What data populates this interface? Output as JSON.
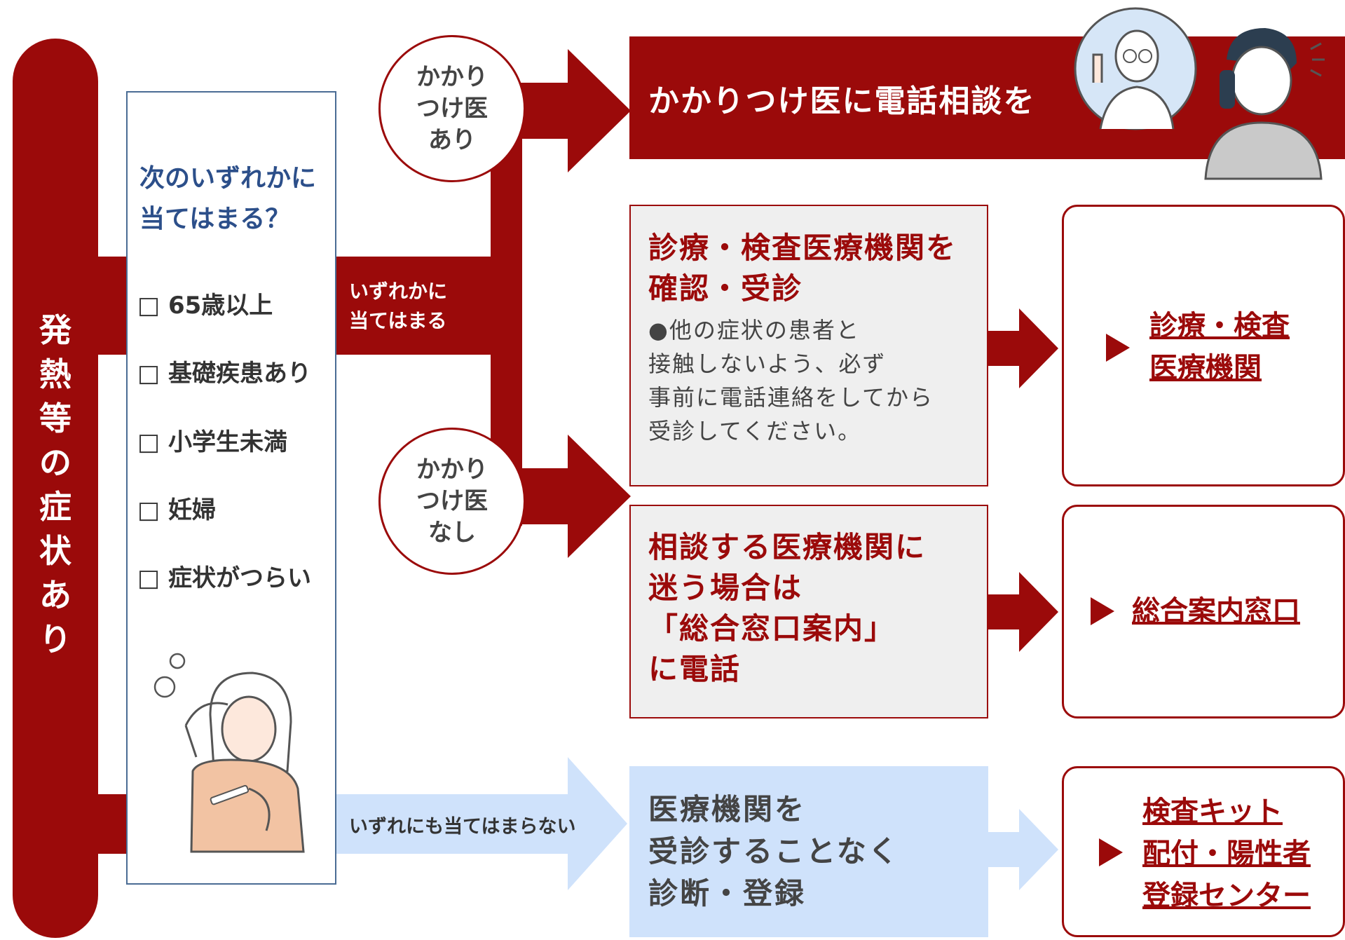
{
  "side_label": [
    "発",
    "熱",
    "等",
    "の",
    "症",
    "状",
    "あ",
    "り"
  ],
  "criteria": {
    "question": [
      "次のいずれかに",
      "当てはまる？"
    ],
    "items": [
      "□ 65歳以上",
      "□ 基礎疾患あり",
      "□ 小学生未満",
      "□ 妊婦",
      "□ 症状がつらい"
    ]
  },
  "branches": {
    "match_label": [
      "いずれかに",
      "当てはまる"
    ],
    "no_match_label": "いずれにも当てはまらない"
  },
  "circles": {
    "has_doctor": "かかり\nつけ医\nあり",
    "no_doctor": "かかり\nつけ医\nなし"
  },
  "banner": "かかりつけ医に電話相談を",
  "middle": {
    "exam": {
      "title": [
        "診療・検査医療機関を",
        "確認・受診"
      ],
      "note": [
        "●他の症状の患者と",
        "接触しないよう、必ず",
        "事前に電話連絡をしてから",
        "受診してください。"
      ]
    },
    "consult": {
      "title": [
        "相談する医療機関に",
        "迷う場合は",
        "「総合窓口案内」",
        "に電話"
      ]
    },
    "self": {
      "title": [
        "医療機関を",
        "受診することなく",
        "診断・登録"
      ]
    }
  },
  "destinations": {
    "exam": [
      "診療・検査",
      "医療機関"
    ],
    "general": "総合案内窓口",
    "kit": [
      "検査キット",
      "配付・陽性者",
      "登録センター"
    ]
  },
  "colors": {
    "accent": "#9b0a0a",
    "light_blue": "#cfe2fb",
    "panel_border": "#4a6c94",
    "gray_box": "#efefef"
  },
  "illustrations": [
    "doctor-illustration",
    "man-on-phone-illustration",
    "woman-with-fever-illustration"
  ]
}
